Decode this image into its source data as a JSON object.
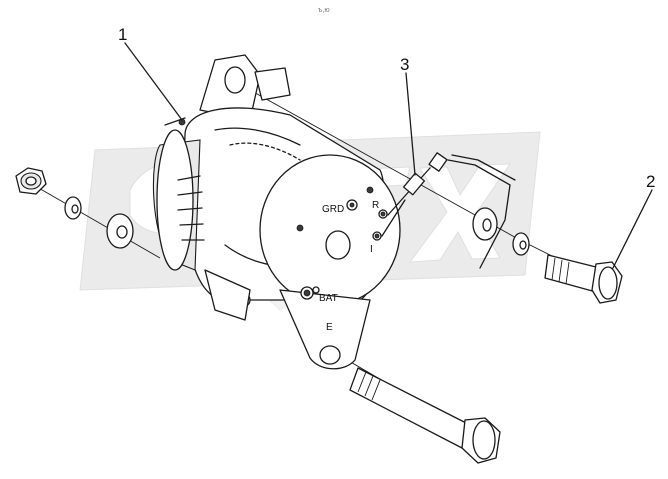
{
  "watermark": "OPEX",
  "corner_mark": "ъ,ю",
  "callouts": [
    {
      "id": "1",
      "label": "1"
    },
    {
      "id": "2",
      "label": "2"
    },
    {
      "id": "3",
      "label": "3"
    }
  ],
  "terminals": {
    "grd": "GRD",
    "r": "R",
    "i": "I",
    "bat": "BAT",
    "e": "E"
  }
}
